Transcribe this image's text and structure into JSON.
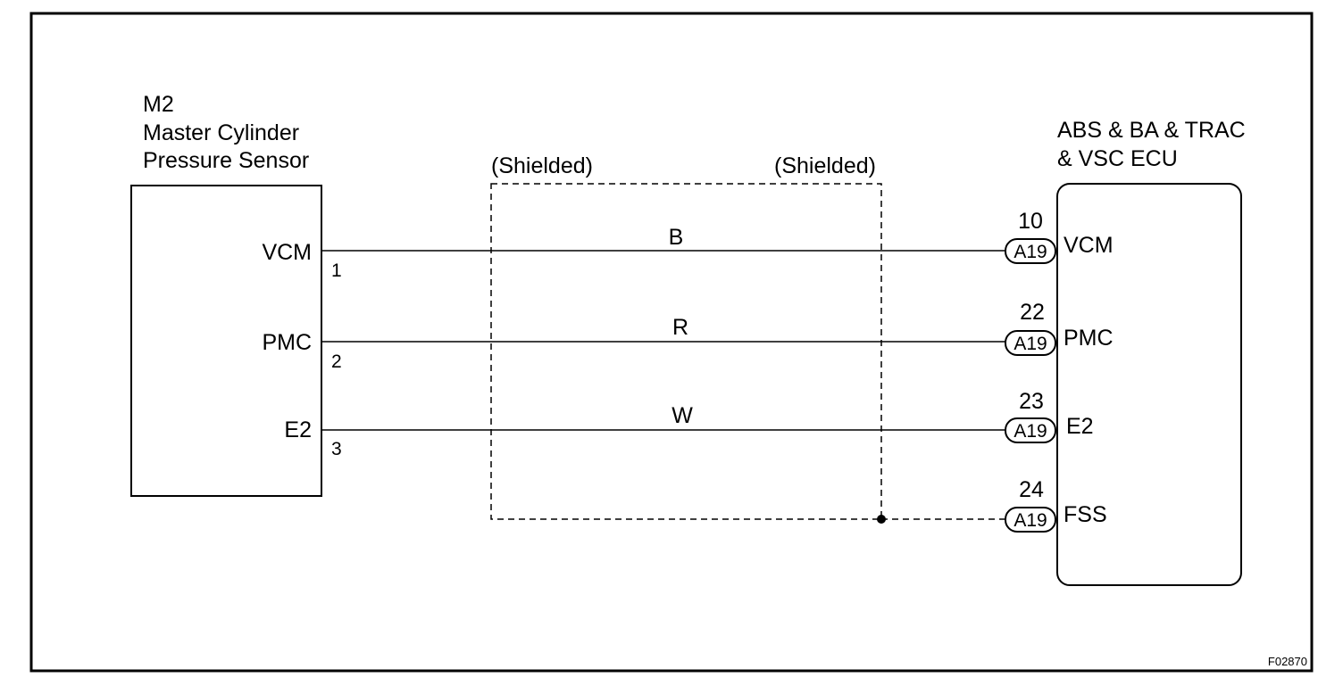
{
  "sensor": {
    "code": "M2",
    "name_line1": "Master  Cylinder",
    "name_line2": "Pressure Sensor",
    "terminals": [
      {
        "label": "VCM",
        "pin": "1"
      },
      {
        "label": "PMC",
        "pin": "2"
      },
      {
        "label": "E2",
        "pin": "3"
      }
    ]
  },
  "ecu": {
    "name_line1": "ABS & BA & TRAC",
    "name_line2": "& VSC ECU",
    "terminals": [
      {
        "pin": "10",
        "connector": "A19",
        "label": "VCM"
      },
      {
        "pin": "22",
        "connector": "A19",
        "label": "PMC"
      },
      {
        "pin": "23",
        "connector": "A19",
        "label": "E2"
      },
      {
        "pin": "24",
        "connector": "A19",
        "label": "FSS"
      }
    ]
  },
  "wires": [
    {
      "color_code": "B"
    },
    {
      "color_code": "R"
    },
    {
      "color_code": "W"
    }
  ],
  "shield": {
    "left_label": "(Shielded)",
    "right_label": "(Shielded)"
  },
  "figure_code": "F02870"
}
